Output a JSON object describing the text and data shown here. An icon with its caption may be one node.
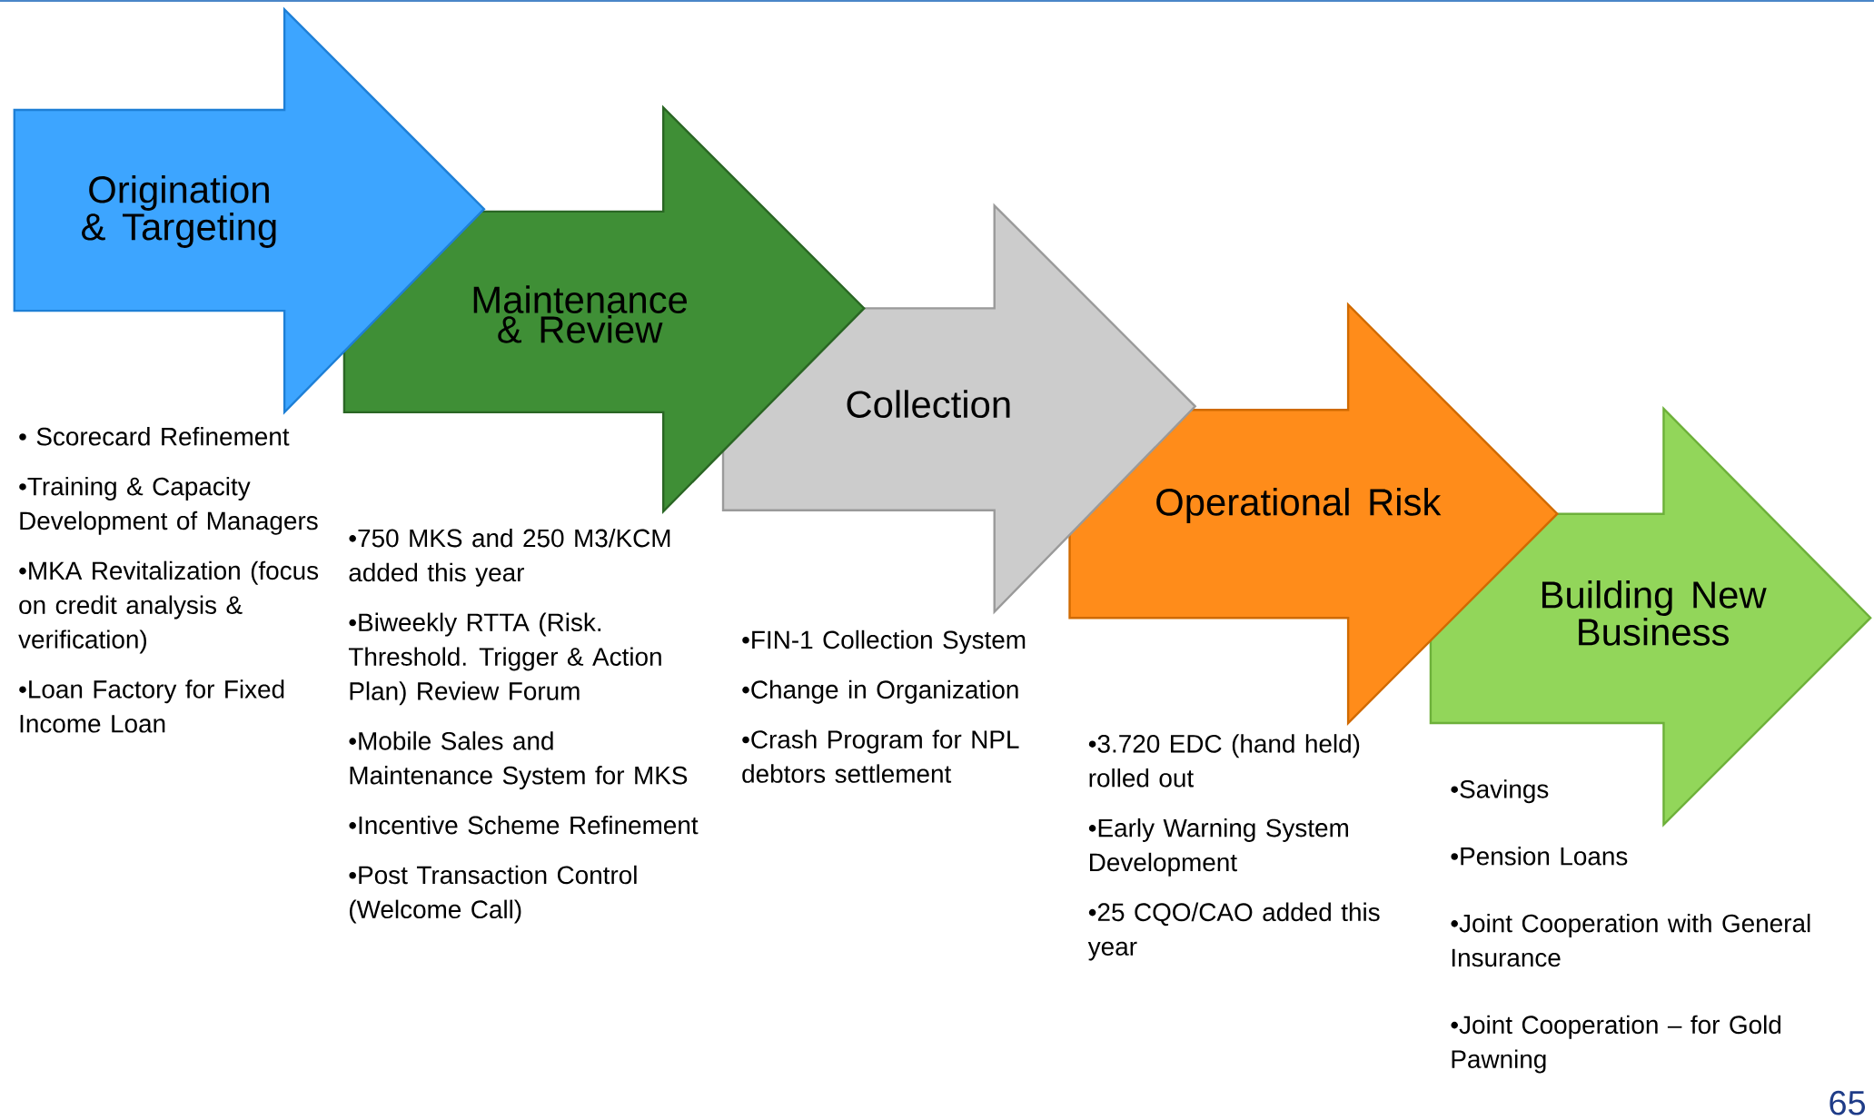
{
  "diagram": {
    "nodes": [
      {
        "text": [
          "Origination & Targeting"
        ],
        "beside": [
          "• Scorecard Refinement",
          "•Training & Capacity Development of Managers",
          "•MKA Revitalization (focus on credit analysis & verification)",
          "•Loan Factory for Fixed Income Loan"
        ]
      },
      {
        "text": [
          "Maintenance & Review"
        ],
        "beside": [
          "•750 MKS and 250 M3/KCM added this year",
          "•Biweekly RTTA (Risk. Threshold. Trigger & Action Plan) Review Forum",
          "•Mobile Sales and Maintenance System for MKS",
          "•Incentive Scheme Refinement",
          "•Post Transaction Control (Welcome Call)"
        ]
      },
      {
        "text": [
          "Collection"
        ],
        "beside": [
          "•FIN-1 Collection System",
          "•Change in Organization",
          "•Crash Program for NPL debtors settlement"
        ]
      },
      {
        "text": [
          "Operational Risk"
        ],
        "beside": [
          "•3.720 EDC (hand held) rolled out",
          "•Early Warning System Development",
          "•25 CQO/CAO added this year"
        ]
      },
      {
        "text": [
          "Building New Business"
        ],
        "beside": [
          "•Savings",
          "•Pension Loans",
          "•Joint Cooperation with General Insurance",
          "•Joint Cooperation – for Gold Pawning"
        ]
      }
    ],
    "labels": [
      "65"
    ]
  }
}
